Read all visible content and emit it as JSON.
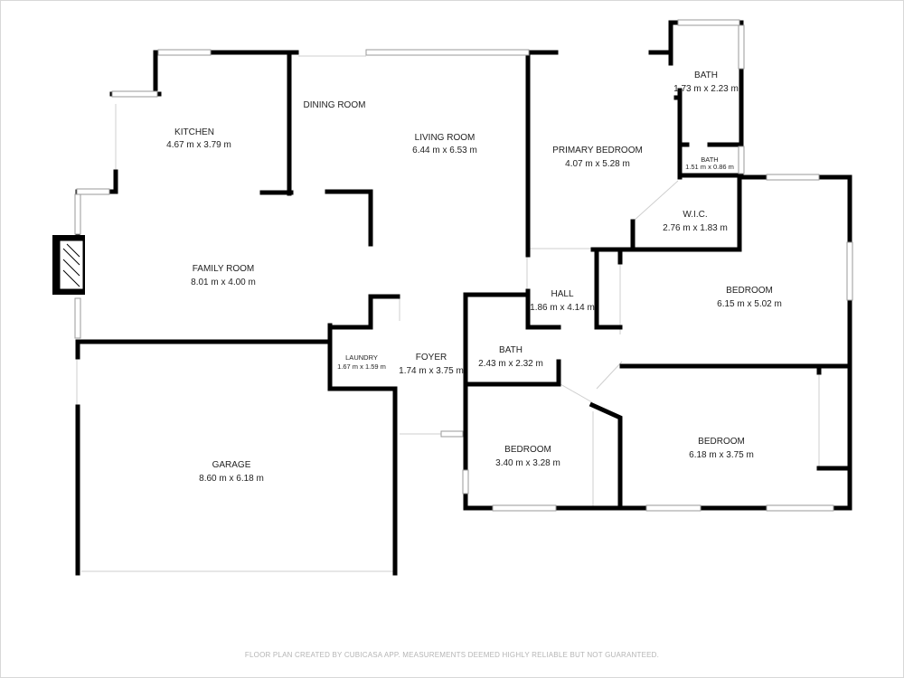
{
  "rooms": {
    "kitchen": {
      "name": "KITCHEN",
      "dims": "4.67 m x 3.79 m"
    },
    "dining_room": {
      "name": "DINING ROOM",
      "dims": ""
    },
    "living_room": {
      "name": "LIVING ROOM",
      "dims": "6.44 m x 6.53 m"
    },
    "primary_bedroom": {
      "name": "PRIMARY BEDROOM",
      "dims": "4.07 m x 5.28 m"
    },
    "bath_primary": {
      "name": "BATH",
      "dims": "1.73 m x 2.23 m"
    },
    "bath_small": {
      "name": "BATH",
      "dims": "1.51 m x 0.86 m"
    },
    "wic": {
      "name": "W.I.C.",
      "dims": "2.76 m x 1.83 m"
    },
    "family_room": {
      "name": "FAMILY ROOM",
      "dims": "8.01 m x 4.00 m"
    },
    "hall": {
      "name": "HALL",
      "dims": "1.86 m x 4.14 m"
    },
    "bedroom_east": {
      "name": "BEDROOM",
      "dims": "6.15 m x 5.02 m"
    },
    "laundry": {
      "name": "LAUNDRY",
      "dims": "1.67 m x 1.59 m"
    },
    "foyer": {
      "name": "FOYER",
      "dims": "1.74 m x 3.75 m"
    },
    "bath_hall": {
      "name": "BATH",
      "dims": "2.43 m x 2.32 m"
    },
    "garage": {
      "name": "GARAGE",
      "dims": "8.60 m x 6.18 m"
    },
    "bedroom_south": {
      "name": "BEDROOM",
      "dims": "3.40 m x 3.28 m"
    },
    "bedroom_southeast": {
      "name": "BEDROOM",
      "dims": "6.18 m x 3.75 m"
    }
  },
  "footer": {
    "note": "FLOOR PLAN CREATED BY CUBICASA APP. MEASUREMENTS DEEMED HIGHLY RELIABLE BUT NOT GUARANTEED."
  }
}
